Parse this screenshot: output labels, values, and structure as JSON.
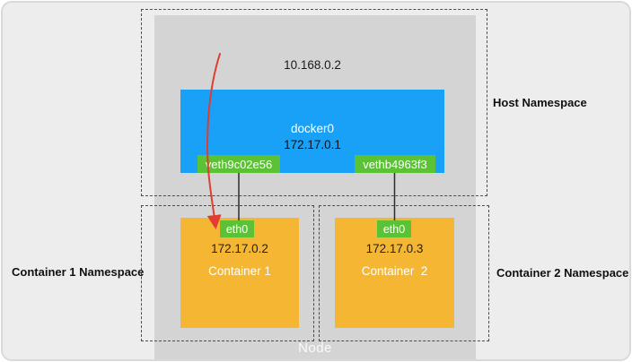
{
  "canvas": {
    "node_label": "Node"
  },
  "host": {
    "label": "Host Namespace",
    "ip": "10.168.0.2",
    "bridge_name": "docker0",
    "bridge_ip": "172.17.0.1",
    "veth1": "veth9c02e56",
    "veth2": "vethb4963f3"
  },
  "container1": {
    "label": "Container 1 Namespace",
    "eth": "eth0",
    "ip": "172.17.0.2",
    "title": "Container 1"
  },
  "container2": {
    "label": "Container 2 Namespace",
    "eth": "eth0",
    "ip": "172.17.0.3",
    "title": "Container  2"
  },
  "colors": {
    "bridge_blue": "#19a1f7",
    "veth_green": "#5bc236",
    "container_orange": "#f5b733",
    "node_gray": "#d4d4d4",
    "canvas_gray": "#ededee",
    "arrow_red": "#e03c31",
    "connector_black": "#2d2d2d"
  }
}
